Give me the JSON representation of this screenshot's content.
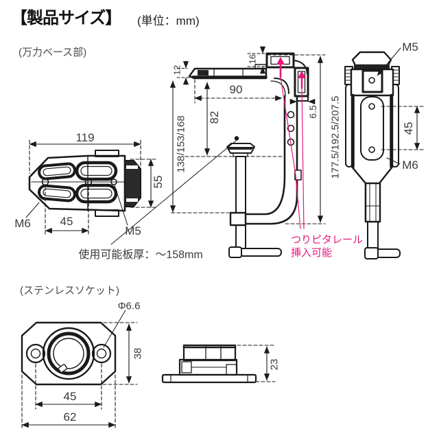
{
  "header": {
    "title": "【製品サイズ】",
    "unit": "(単位：mm)"
  },
  "vise_base": {
    "label": "(万力ベース部)",
    "top_view": {
      "width": "119",
      "height": "55",
      "hole_pitch": "45",
      "front_thread": "M6",
      "rear_thread": "M5"
    },
    "side_view": {
      "tip_thickness": "12",
      "rail_slot_depth": "16",
      "jaw_depth": "90",
      "jaw_opening": "82",
      "rail_offset": "6.5",
      "opening_range": "138/153/168",
      "total_height_range": "177.5/192.5/207.5",
      "plate_note": "使用可能板厚：～158mm",
      "rail_note_line1": "つりピタレール",
      "rail_note_line2": "挿入可能"
    },
    "front_view": {
      "top_thread": "M5",
      "hole_pitch": "45",
      "bottom_thread": "M6"
    }
  },
  "socket": {
    "label": "(ステンレスソケット)",
    "top_view": {
      "hole_diameter": "Φ6.6",
      "height": "38",
      "hole_pitch": "45",
      "width": "62"
    },
    "side_view": {
      "height": "23"
    }
  },
  "colors": {
    "accent": "#e6187e",
    "line": "#1a1a1a",
    "text": "#3a3a3a"
  }
}
